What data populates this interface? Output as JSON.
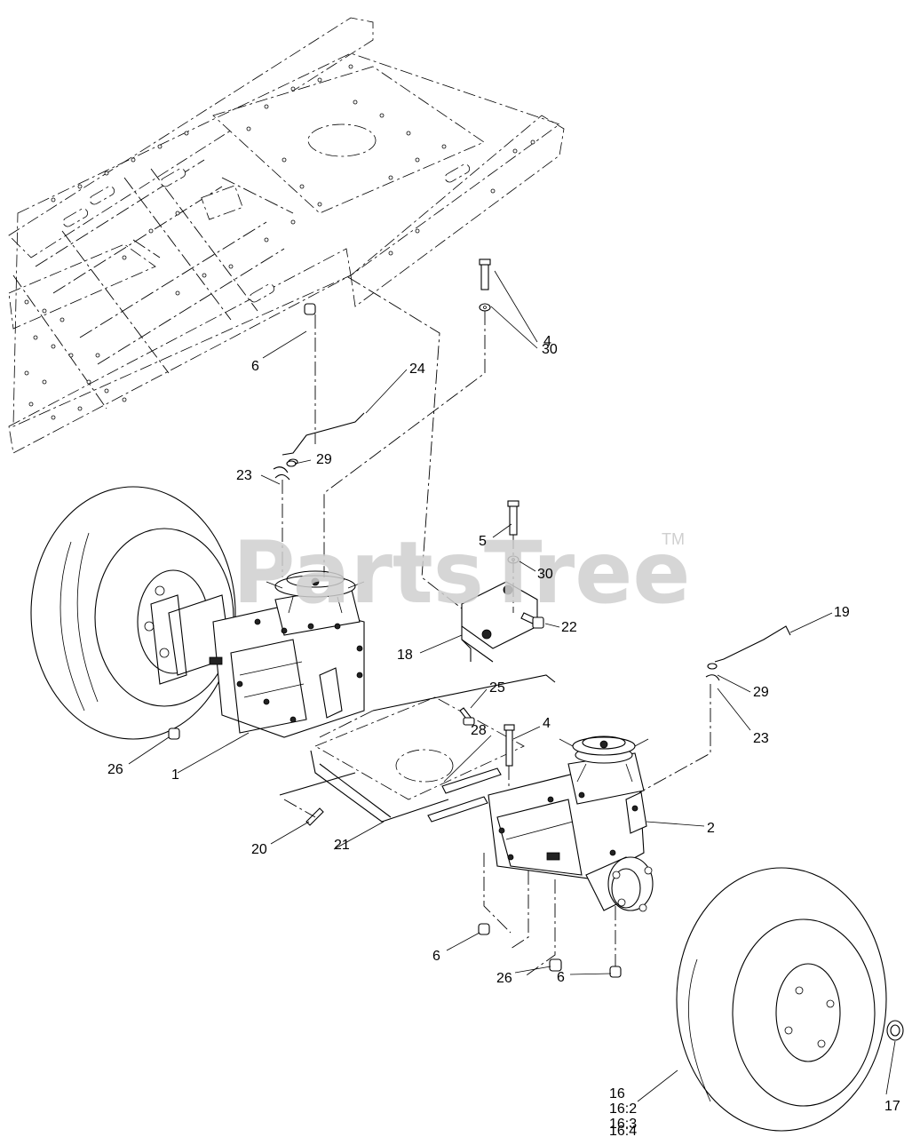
{
  "watermark": {
    "text": "PartsTree",
    "trademark": "TM"
  },
  "callouts": [
    {
      "id": "c4a",
      "text": "4"
    },
    {
      "id": "c30a",
      "text": "30"
    },
    {
      "id": "c6a",
      "text": "6"
    },
    {
      "id": "c24",
      "text": "24"
    },
    {
      "id": "c29a",
      "text": "29"
    },
    {
      "id": "c23a",
      "text": "23"
    },
    {
      "id": "c5",
      "text": "5"
    },
    {
      "id": "c30b",
      "text": "30"
    },
    {
      "id": "c19",
      "text": "19"
    },
    {
      "id": "c22",
      "text": "22"
    },
    {
      "id": "c18",
      "text": "18"
    },
    {
      "id": "c25",
      "text": "25"
    },
    {
      "id": "c29b",
      "text": "29"
    },
    {
      "id": "c23b",
      "text": "23"
    },
    {
      "id": "c4b",
      "text": "4"
    },
    {
      "id": "c28",
      "text": "28"
    },
    {
      "id": "c26a",
      "text": "26"
    },
    {
      "id": "c1",
      "text": "1"
    },
    {
      "id": "c2",
      "text": "2"
    },
    {
      "id": "c20",
      "text": "20"
    },
    {
      "id": "c21",
      "text": "21"
    },
    {
      "id": "c6b",
      "text": "6"
    },
    {
      "id": "c26b",
      "text": "26"
    },
    {
      "id": "c6c",
      "text": "6"
    },
    {
      "id": "c16",
      "text": "16"
    },
    {
      "id": "c16_2",
      "text": "16:2"
    },
    {
      "id": "c16_3",
      "text": "16:3"
    },
    {
      "id": "c16_4",
      "text": "16:4"
    },
    {
      "id": "c17",
      "text": "17"
    }
  ]
}
